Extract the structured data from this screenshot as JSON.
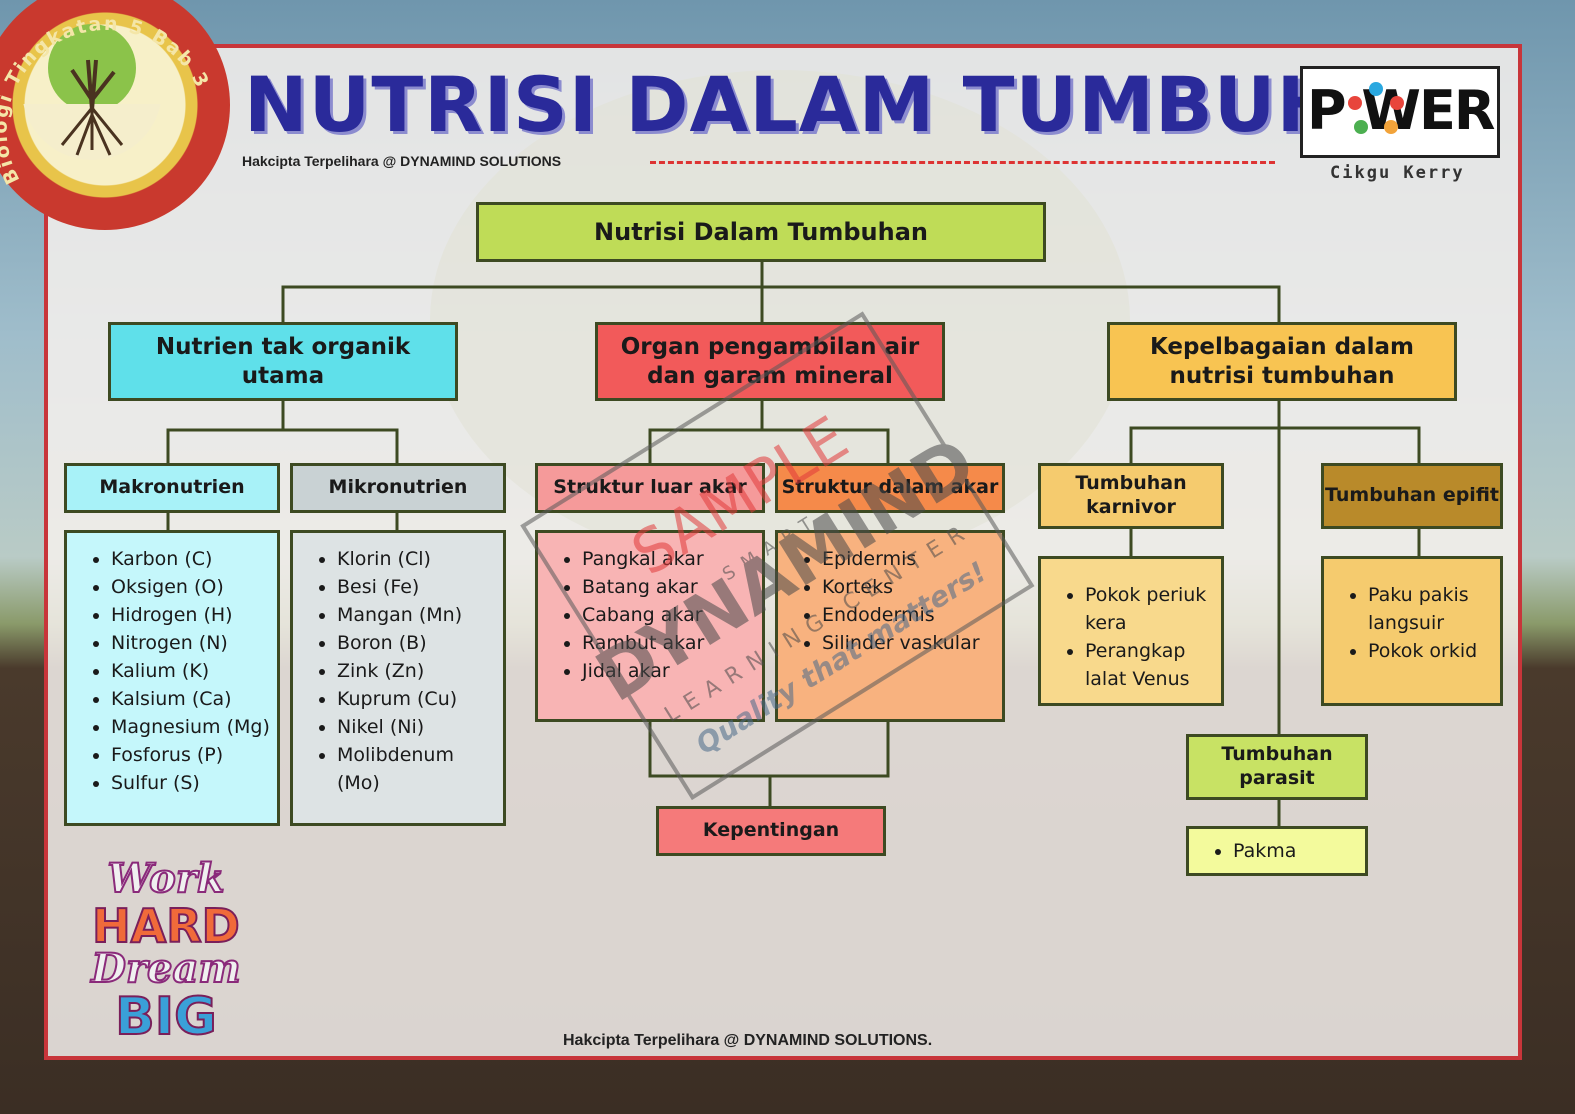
{
  "badge": {
    "text": "Biologi Tingkatan 5 Bab 3"
  },
  "header": {
    "title": "NUTRISI DALAM TUMBUHAN",
    "copyright_top": "Hakcipta Terpelihara @ DYNAMIND SOLUTIONS",
    "logo_text": "P WER",
    "logo_sub": "Cikgu Kerry"
  },
  "diagram": {
    "root": "Nutrisi Dalam Tumbuhan",
    "branch1": {
      "label": "Nutrien tak organik utama",
      "makro": {
        "label": "Makronutrien",
        "items": [
          "Karbon (C)",
          "Oksigen (O)",
          "Hidrogen (H)",
          "Nitrogen (N)",
          "Kalium (K)",
          "Kalsium (Ca)",
          "Magnesium (Mg)",
          "Fosforus (P)",
          "Sulfur (S)"
        ]
      },
      "mikro": {
        "label": "Mikronutrien",
        "items": [
          "Klorin (Cl)",
          "Besi (Fe)",
          "Mangan (Mn)",
          "Boron (B)",
          "Zink (Zn)",
          "Kuprum (Cu)",
          "Nikel (Ni)",
          "Molibdenum (Mo)"
        ]
      }
    },
    "branch2": {
      "label": "Organ pengambilan air dan garam mineral",
      "luar": {
        "label": "Struktur luar akar",
        "items": [
          "Pangkal akar",
          "Batang akar",
          "Cabang akar",
          "Rambut akar",
          "Jidal akar"
        ]
      },
      "dalam": {
        "label": "Struktur dalam akar",
        "items": [
          "Epidermis",
          "Korteks",
          "Endodermis",
          "Silinder vaskular"
        ]
      },
      "kepentingan": "Kepentingan"
    },
    "branch3": {
      "label": "Kepelbagaian dalam nutrisi tumbuhan",
      "karnivor": {
        "label": "Tumbuhan karnivor",
        "items": [
          "Pokok periuk kera",
          "Perangkap lalat Venus"
        ]
      },
      "epifit": {
        "label": "Tumbuhan epifit",
        "items": [
          "Paku pakis langsuir",
          "Pokok orkid"
        ]
      },
      "parasit": {
        "label": "Tumbuhan parasit",
        "items": [
          "Pakma"
        ]
      }
    }
  },
  "sticker": {
    "line1": "Work",
    "line2": "HARD",
    "line3": "Dream",
    "line4": "BIG"
  },
  "watermark": {
    "stamp": "SAMPLE",
    "brand": "DYNAMIND",
    "ring1": "SMART",
    "ring2": "LEARNING CENTER",
    "tagline": "Quality that matters!"
  },
  "footer": {
    "copyright": "Hakcipta Terpelihara @ DYNAMIND SOLUTIONS."
  },
  "colors": {
    "cyan": "#5fe0ea",
    "cyan_light": "#a8f2f8",
    "grey": "#c9d2d4",
    "red": "#f25a5a",
    "pink": "#f59a9a",
    "orange": "#f58a4a",
    "peach": "#f8b27f",
    "gold": "#f8c452",
    "amber": "#f5cb6e",
    "brown": "#b98a2a",
    "lime": "#bfdc57",
    "lime_light": "#f3fa9c",
    "frame": "#c8353a",
    "title": "#2a2a9a"
  }
}
